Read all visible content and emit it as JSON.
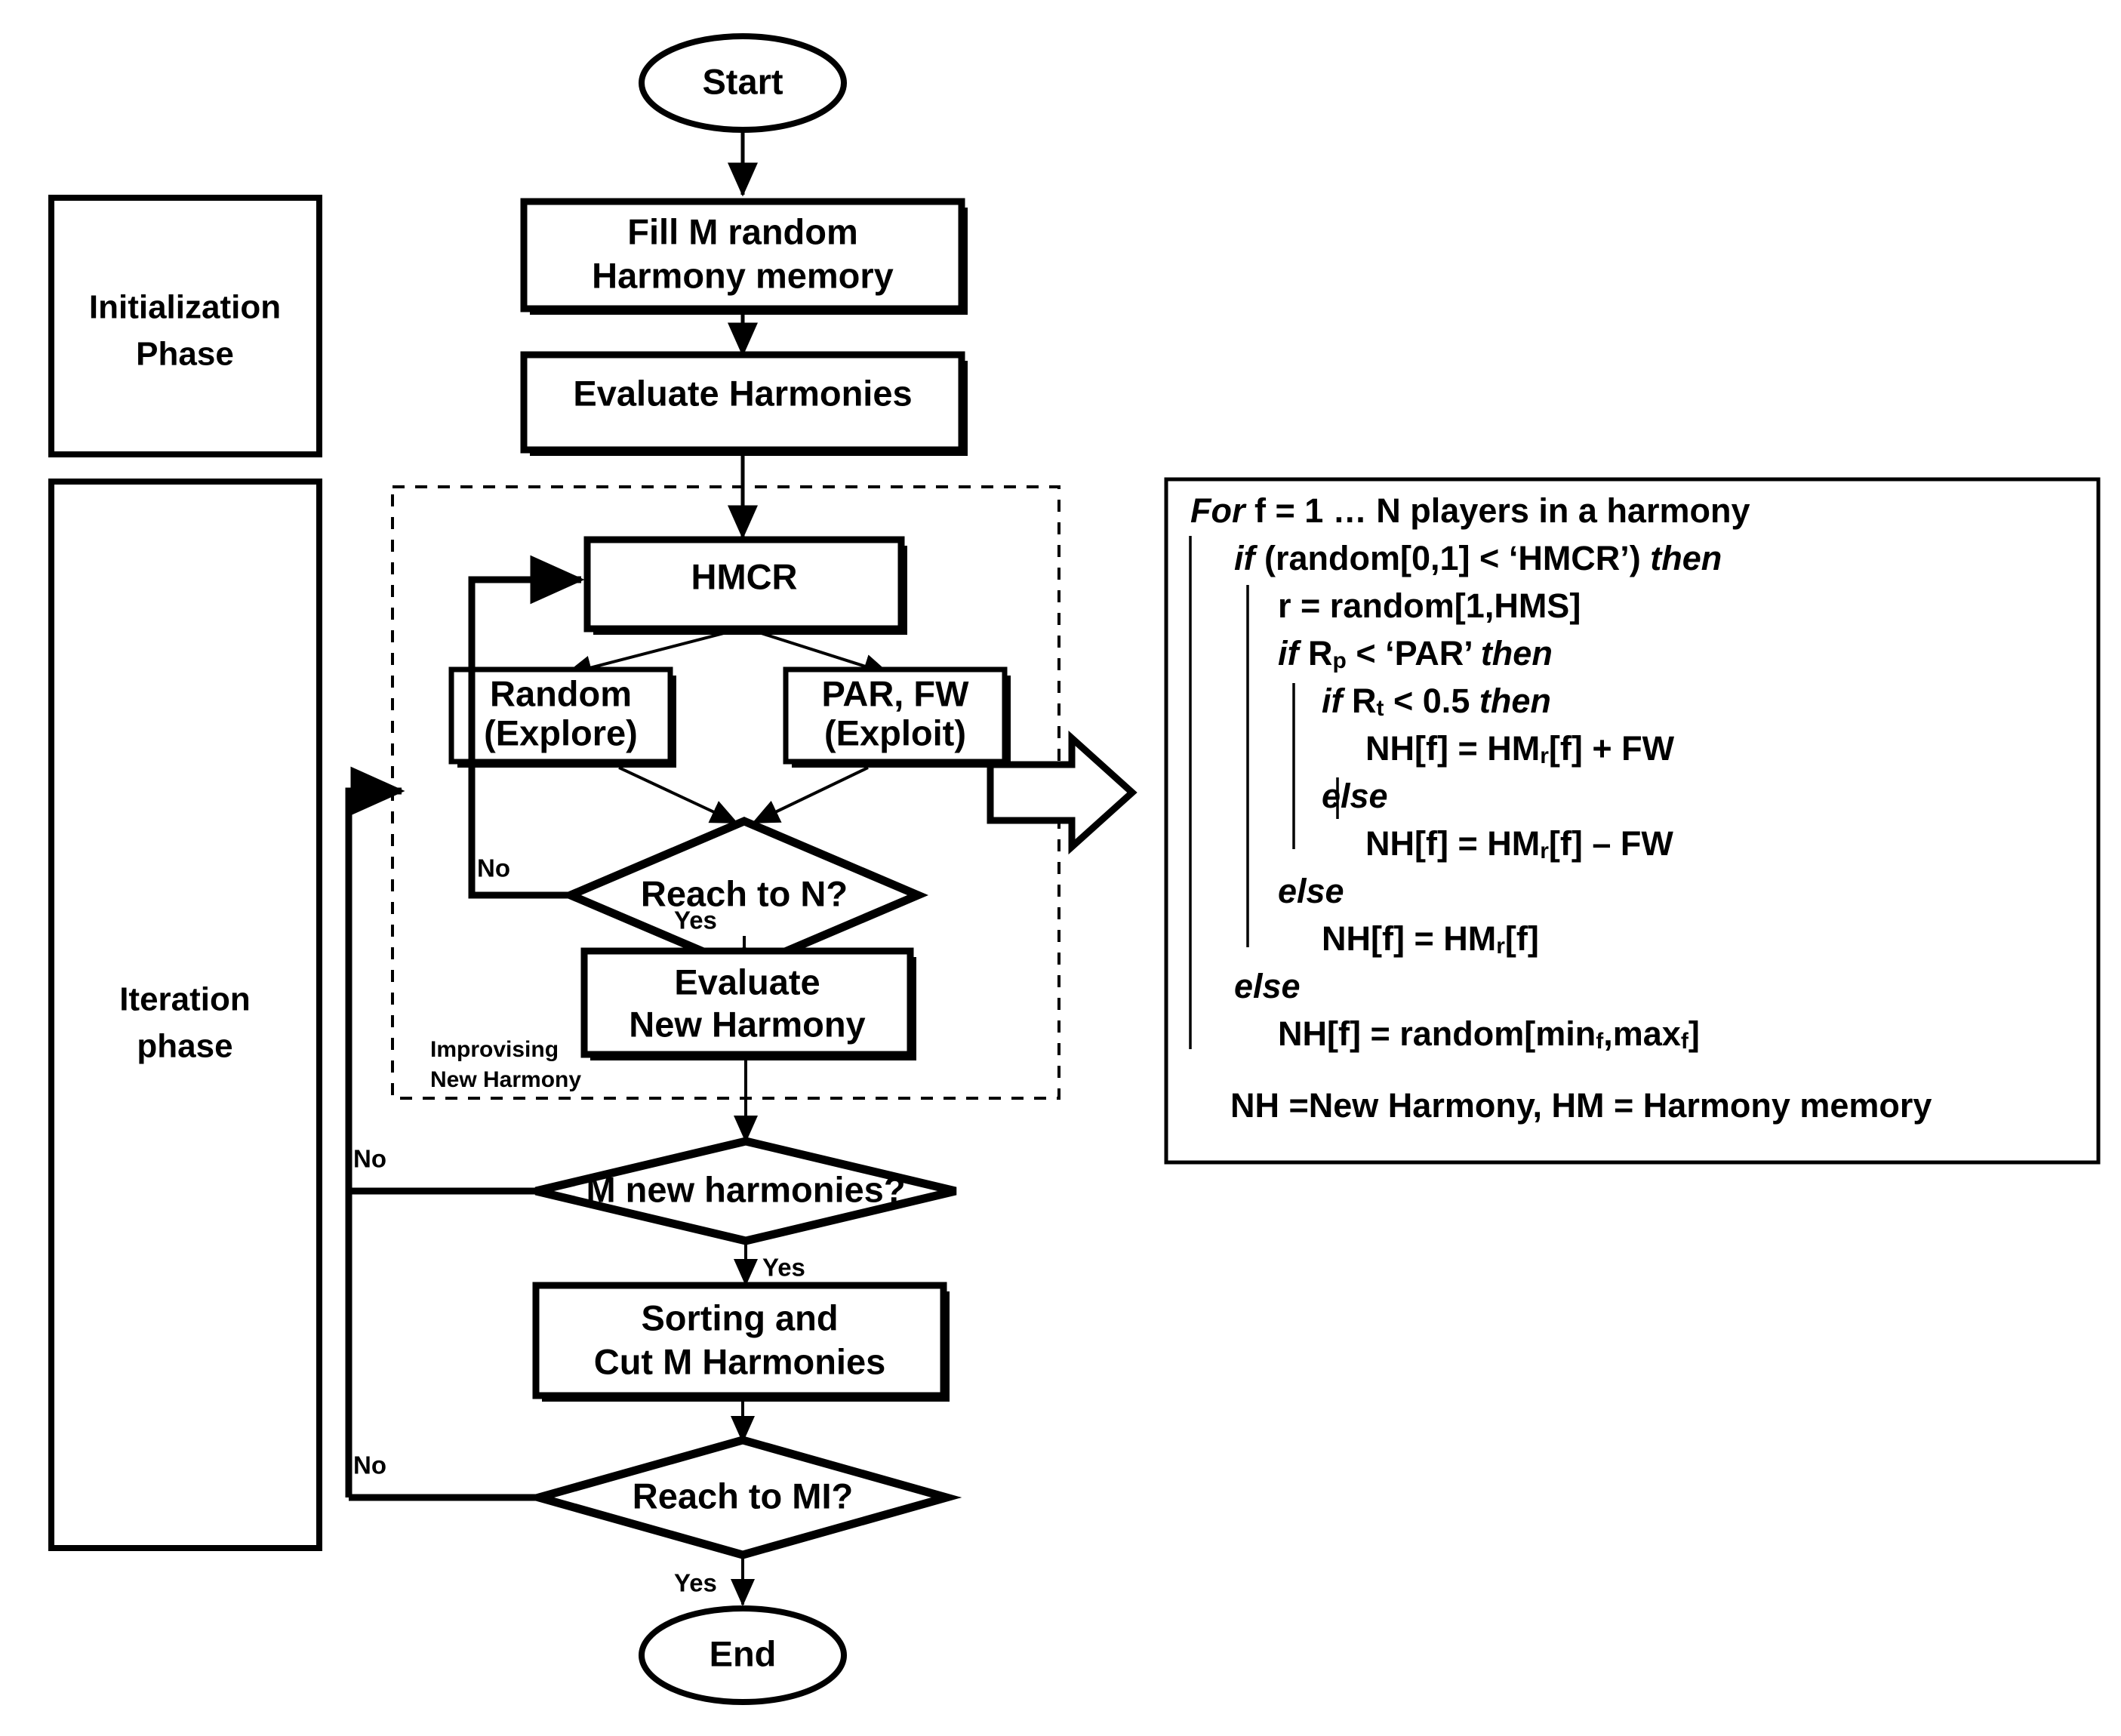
{
  "diagram": {
    "title": "Harmony Search algorithm flowchart with improvisation pseudocode",
    "colors": {
      "stroke": "#000000",
      "fill": "#ffffff",
      "background": "#ffffff"
    }
  },
  "phases": [
    {
      "id": "initialization",
      "label_line1": "Initialization",
      "label_line2": "Phase"
    },
    {
      "id": "iteration",
      "label_line1": "Iteration",
      "label_line2": "phase"
    }
  ],
  "flow": {
    "start": {
      "label": "Start"
    },
    "fill_memory": {
      "line1": "Fill M random",
      "line2": "Harmony memory"
    },
    "evaluate_harmonies": {
      "label": "Evaluate Harmonies"
    },
    "hmcr": {
      "label": "HMCR"
    },
    "random_explore": {
      "line1": "Random",
      "line2": "(Explore)"
    },
    "par_fw_exploit": {
      "line1": "PAR, FW",
      "line2": "(Exploit)"
    },
    "reach_n": {
      "label": "Reach to N?"
    },
    "evaluate_new_harmony": {
      "line1": "Evaluate",
      "line2": "New Harmony"
    },
    "m_new_harmonies": {
      "label": "M new harmonies?"
    },
    "sorting_cut": {
      "line1": "Sorting and",
      "line2": "Cut M Harmonies"
    },
    "reach_mi": {
      "label": "Reach to MI?"
    },
    "end": {
      "label": "End"
    },
    "subgroup_label": {
      "line1": "Improvising",
      "line2": "New Harmony"
    }
  },
  "edge_labels": {
    "reach_n_no": "No",
    "reach_n_yes": "Yes",
    "m_new_harmonies_no": "No",
    "m_new_harmonies_yes": "Yes",
    "reach_mi_no": "No",
    "reach_mi_yes": "Yes"
  },
  "pseudocode": {
    "lines": [
      {
        "indent": 0,
        "parts": [
          {
            "t": "For",
            "i": true
          },
          {
            "t": " f = 1 … N players in a harmony",
            "i": false
          }
        ]
      },
      {
        "indent": 1,
        "parts": [
          {
            "t": "if",
            "i": true
          },
          {
            "t": " (random[0,1] < ‘HMCR’) ",
            "i": false
          },
          {
            "t": "then",
            "i": true
          }
        ]
      },
      {
        "indent": 2,
        "parts": [
          {
            "t": "r = random[1,HMS]",
            "i": false
          }
        ]
      },
      {
        "indent": 2,
        "parts": [
          {
            "t": "if",
            "i": true
          },
          {
            "t": " R",
            "i": false
          },
          {
            "t": "p",
            "i": false,
            "sub": true
          },
          {
            "t": " < ‘PAR’ ",
            "i": false
          },
          {
            "t": "then",
            "i": true
          }
        ]
      },
      {
        "indent": 3,
        "parts": [
          {
            "t": "if",
            "i": true
          },
          {
            "t": " R",
            "i": false
          },
          {
            "t": "t",
            "i": false,
            "sub": true
          },
          {
            "t": " < 0.5 ",
            "i": false
          },
          {
            "t": "then",
            "i": true
          }
        ]
      },
      {
        "indent": 4,
        "parts": [
          {
            "t": "NH[f] = HM",
            "i": false
          },
          {
            "t": "r",
            "i": false,
            "sub": true
          },
          {
            "t": "[f] + FW",
            "i": false
          }
        ]
      },
      {
        "indent": 3,
        "parts": [
          {
            "t": "else",
            "i": true
          }
        ]
      },
      {
        "indent": 4,
        "parts": [
          {
            "t": "NH[f] = HM",
            "i": false
          },
          {
            "t": "r",
            "i": false,
            "sub": true
          },
          {
            "t": "[f] – FW",
            "i": false
          }
        ]
      },
      {
        "indent": 2,
        "parts": [
          {
            "t": "else",
            "i": true
          }
        ]
      },
      {
        "indent": 3,
        "parts": [
          {
            "t": "NH[f] = HM",
            "i": false
          },
          {
            "t": "r",
            "i": false,
            "sub": true
          },
          {
            "t": "[f]",
            "i": false
          }
        ]
      },
      {
        "indent": 1,
        "parts": [
          {
            "t": "else",
            "i": true
          }
        ]
      },
      {
        "indent": 2,
        "parts": [
          {
            "t": "NH[f] = random[min",
            "i": false
          },
          {
            "t": "f",
            "i": false,
            "sub": true
          },
          {
            "t": ",max",
            "i": false
          },
          {
            "t": "f",
            "i": false,
            "sub": true
          },
          {
            "t": "]",
            "i": false
          }
        ]
      }
    ],
    "legend": "NH =New Harmony,  HM = Harmony memory"
  }
}
